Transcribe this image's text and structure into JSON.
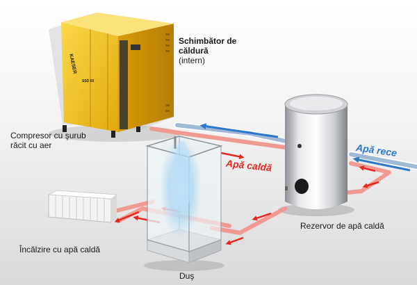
{
  "labels": {
    "heat_exchanger_line1": "Schimbător de",
    "heat_exchanger_line2": "căldură",
    "heat_exchanger_line3": "(intern)",
    "compressor_line1": "Compresor cu şurub",
    "compressor_line2": "răcit cu aer",
    "heating": "Încălzire cu apă caldă",
    "shower": "Duş",
    "tank": "Rezervor de apă caldă",
    "hot_water": "Apă caldă",
    "cold_water": "Apă rece"
  },
  "device_text": {
    "brand": "KAESER",
    "model": "SSD 65"
  },
  "colors": {
    "hot": "#e8281e",
    "cold": "#2b78c9",
    "machine": "#f6c21b",
    "background": "#e6e6e6"
  }
}
